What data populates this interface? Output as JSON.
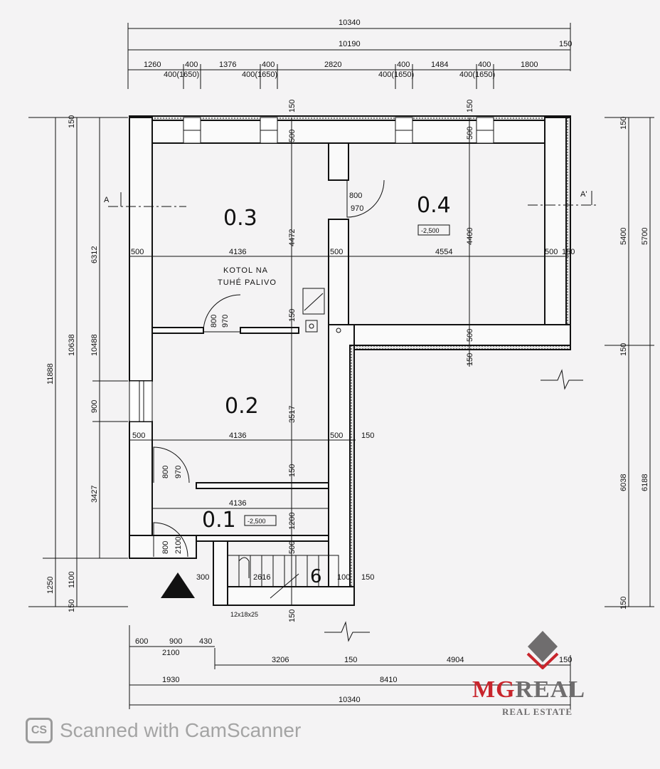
{
  "rooms": {
    "r01": "0.1",
    "r02": "0.2",
    "r03": "0.3",
    "r04": "0.4",
    "stair_no": "6"
  },
  "notes": {
    "boiler_line1": "KOTOL NA",
    "boiler_line2": "TUHÉ PALIVO",
    "level_04": "-2,500",
    "level_01": "-2,500",
    "stair_spec": "12x18x25",
    "section_left": "A",
    "section_right": "A'"
  },
  "doors": {
    "d04_w": "800",
    "d04_h": "970",
    "d03_w": "800",
    "d03_h": "970",
    "d02_w": "800",
    "d02_h": "970",
    "d01_w": "800",
    "d01_h": "2100"
  },
  "dims": {
    "top_total": "10340",
    "top_inner": "10190",
    "top_150": "150",
    "top_s1": "1260",
    "top_s2": "400",
    "top_s3": "1376",
    "top_s4": "400",
    "top_s5": "2820",
    "top_s6": "400",
    "top_s7": "1484",
    "top_s8": "400",
    "top_s9": "1800",
    "win1": "400(1650)",
    "win2": "400(1650)",
    "win3": "400(1650)",
    "win4": "400(1650)",
    "v_150_a": "150",
    "v_150_b": "150",
    "v_500_a": "500",
    "v_500_b": "500",
    "r03_h": "4472",
    "r04_h": "4400",
    "h_500_a": "500",
    "h_r03_w": "4136",
    "h_500_b": "500",
    "h_r04_w": "4554",
    "h_500_c": "500",
    "h_150_a": "150",
    "v_150_mid": "150",
    "v_500_mid": "500",
    "v_150_mid2": "150",
    "r02_h": "3517",
    "h_500_d": "500",
    "h_r02_w": "4136",
    "h_500_e": "500",
    "h_150_b": "150",
    "v_150_c": "150",
    "h_r01_w": "4136",
    "r01_h": "1200",
    "v_500_c": "500",
    "h_300": "300",
    "h_stair_1": "2616",
    "h_stair_2": "100",
    "h_150_c": "150",
    "v_150_low": "150",
    "left_11888": "11888",
    "left_10638": "10638",
    "left_10488": "10488",
    "left_150_top": "150",
    "left_6312": "6312",
    "left_900": "900",
    "left_3427": "3427",
    "left_1250": "1250",
    "left_1100": "1100",
    "left_150_bot": "150",
    "right_150_top": "150",
    "right_5400": "5400",
    "right_5700": "5700",
    "right_150_mid": "150",
    "right_6038": "6038",
    "right_6188": "6188",
    "right_150_bot": "150",
    "bot_600": "600",
    "bot_900": "900",
    "bot_430": "430",
    "bot_2100": "2100",
    "bot_3206": "3206",
    "bot_150": "150",
    "bot_4904": "4904",
    "bot_150b": "150",
    "bot_1930": "1930",
    "bot_8410": "8410",
    "bot_10340": "10340"
  },
  "watermark": {
    "icon": "CS",
    "text": "Scanned with CamScanner"
  },
  "logo": {
    "brand_a": "MG",
    "brand_b": "REAL",
    "sub": "REAL ESTATE",
    "brand_red": "#c8252c",
    "brand_grey": "#6f6d6e"
  }
}
